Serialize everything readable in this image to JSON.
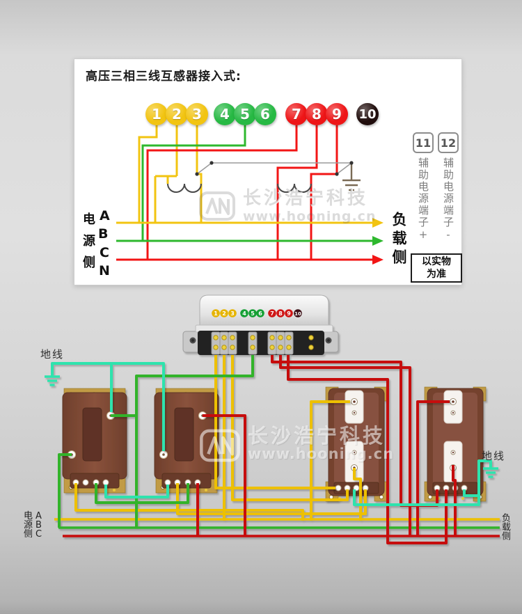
{
  "colors": {
    "wire_yellow": "#edc005",
    "wire_green": "#33b32a",
    "wire_red": "#c60d0d",
    "wire_teal": "#2fe3ad",
    "circle_yellow": "#f2c411",
    "circle_green": "#27b944",
    "circle_red": "#ee1517",
    "circle_black": "#200d0c",
    "transformer_brown": "#7a4733",
    "plate_tan": "#c19b45"
  },
  "watermark": {
    "brand": "长沙浩宁科技",
    "url": "www.hooning.cn",
    "logo": "HN-logo"
  },
  "box": {
    "title": "高压三相三线互感器接入式:",
    "terminals": [
      "1",
      "2",
      "3",
      "4",
      "5",
      "6",
      "7",
      "8",
      "9",
      "10"
    ],
    "phases": {
      "a": "A",
      "b": "B",
      "c": "C",
      "n": "N"
    },
    "source_side": "电源侧",
    "load_side": "负载侧",
    "aux": {
      "t11": "11",
      "t12": "12",
      "plus": "辅助电源端子+",
      "minus": "辅助电源端子-"
    },
    "note_line1": "以实物",
    "note_line2": "为准"
  },
  "bottom": {
    "ground_left": "地线",
    "ground_right": "地线",
    "meter_terminals": [
      "1",
      "2",
      "3",
      "4",
      "5",
      "6",
      "7",
      "8",
      "9",
      "10"
    ],
    "source_rows": [
      {
        "cn": "电",
        "phase": "A"
      },
      {
        "cn": "源",
        "phase": "B"
      },
      {
        "cn": "侧",
        "phase": "C"
      }
    ],
    "load_side": "负载侧"
  }
}
